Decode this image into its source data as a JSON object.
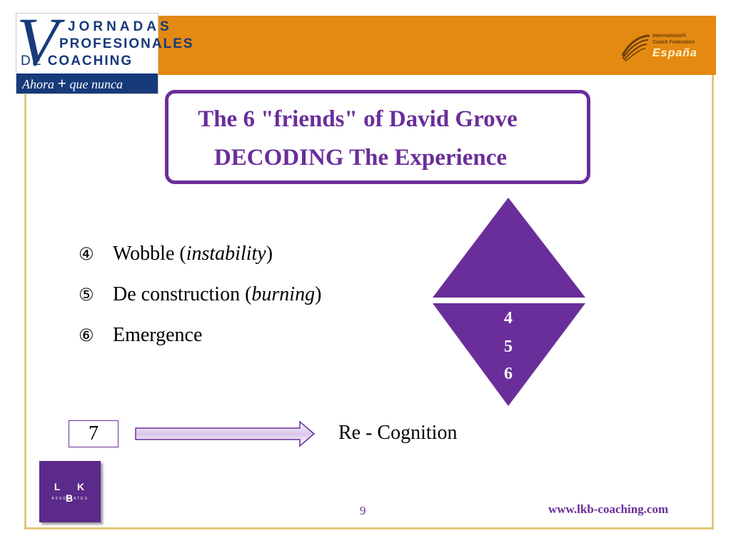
{
  "header": {
    "logo_left": {
      "big_letter": "V",
      "line1": "JORNADAS",
      "line2": "PROFESIONALES",
      "line3_a": "DE",
      "line3_b": "COACHING",
      "tagline_a": "Ahora",
      "tagline_plus": "+",
      "tagline_b": "que nunca"
    },
    "logo_right": {
      "line1": "International®",
      "line2": "Coach Federation",
      "line3": "España"
    },
    "band_color": "#e48a12"
  },
  "title": {
    "line1": "The 6 \"friends\" of David Grove",
    "line2": "DECODING The Experience",
    "color": "#6a2e9a"
  },
  "bullets": [
    {
      "marker": "④",
      "text": "Wobble (",
      "italic": "instability",
      "after": ")"
    },
    {
      "marker": "⑤",
      "text": "De construction (",
      "italic": "burning",
      "after": ")"
    },
    {
      "marker": "⑥",
      "text": "Emergence",
      "italic": "",
      "after": ""
    }
  ],
  "diamond": {
    "labels": [
      "4",
      "5",
      "6"
    ],
    "fill": "#6a2e9a"
  },
  "bottom": {
    "box_number": "7",
    "result": "Re - Cognition"
  },
  "footer": {
    "logo_letters": "L K B",
    "logo_sub": "ASSOCIATES",
    "page_number": "9",
    "website": "www.lkb-coaching.com"
  }
}
